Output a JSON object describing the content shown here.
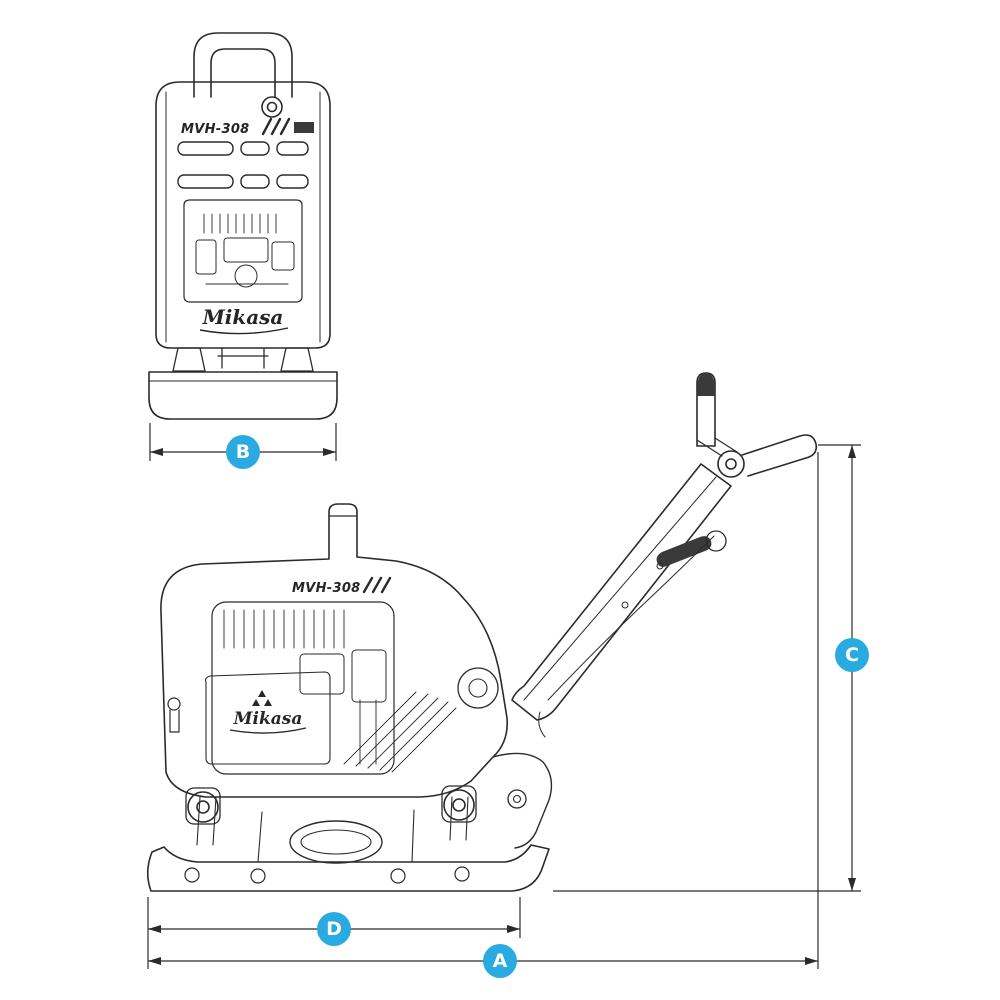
{
  "diagram": {
    "type": "technical-dimension-drawing",
    "product": {
      "brand": "Mikasa",
      "model": "MVH-308"
    },
    "views": [
      {
        "name": "front-view"
      },
      {
        "name": "side-view"
      }
    ],
    "dimensions": {
      "A": "A",
      "B": "B",
      "C": "C",
      "D": "D"
    },
    "colors": {
      "accent_blue": "#29abe2",
      "line_color": "#2b2b2b",
      "background": "#ffffff",
      "badge_text": "#ffffff"
    }
  }
}
